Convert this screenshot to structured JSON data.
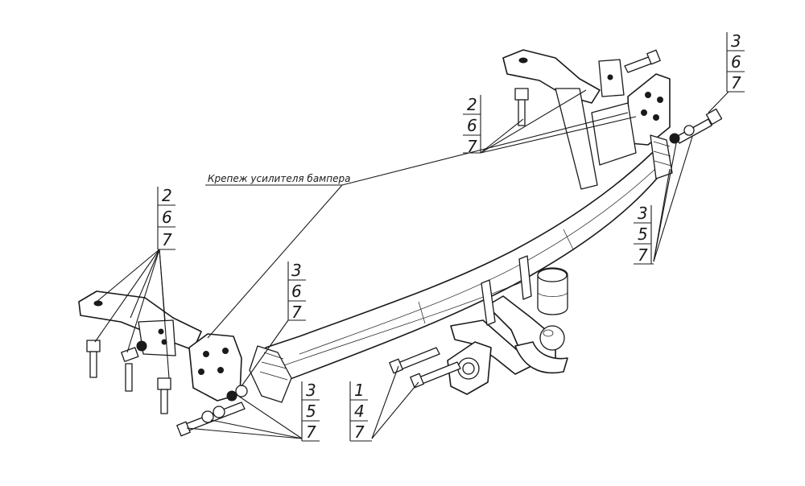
{
  "callouts": [
    {
      "id": "bumper-reinforcement",
      "label": "Крепеж усилителя бампера"
    }
  ],
  "stacks": [
    {
      "id": "top-center",
      "items": [
        "2",
        "6",
        "7"
      ]
    },
    {
      "id": "top-right",
      "items": [
        "3",
        "6",
        "7"
      ]
    },
    {
      "id": "left",
      "items": [
        "2",
        "6",
        "7"
      ]
    },
    {
      "id": "middle",
      "items": [
        "3",
        "6",
        "7"
      ]
    },
    {
      "id": "right",
      "items": [
        "3",
        "5",
        "7"
      ]
    },
    {
      "id": "bottom-left",
      "items": [
        "3",
        "5",
        "7"
      ]
    },
    {
      "id": "bottom-center",
      "items": [
        "1",
        "4",
        "7"
      ]
    }
  ]
}
